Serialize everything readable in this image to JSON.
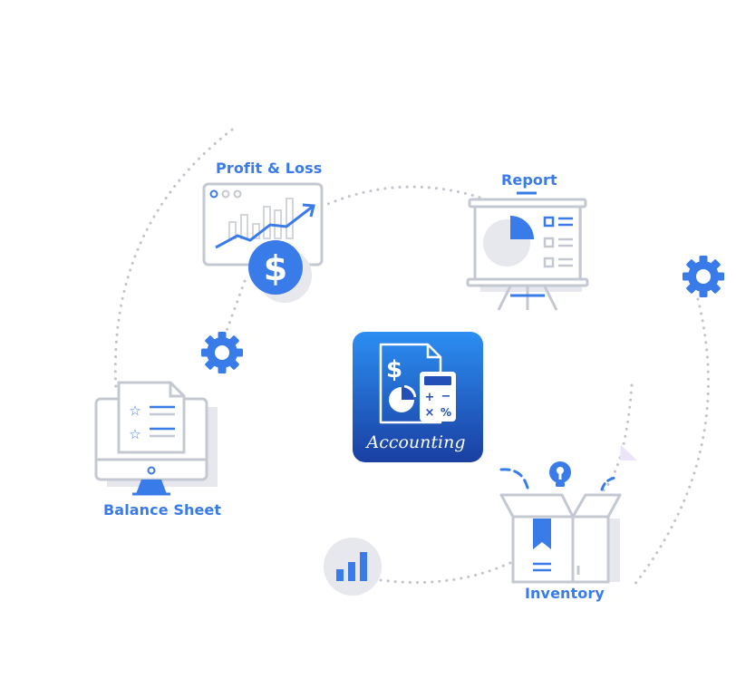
{
  "diagram": {
    "center_app": {
      "name": "Accounting",
      "icons": [
        "document-dollar-icon",
        "pie-chart-icon",
        "calculator-icon"
      ]
    },
    "nodes": [
      {
        "id": "profit-loss",
        "label": "Profit & Loss",
        "icon": "trend-chart-monitor-icon"
      },
      {
        "id": "report",
        "label": "Report",
        "icon": "presentation-board-icon"
      },
      {
        "id": "balance-sheet",
        "label": "Balance Sheet",
        "icon": "monitor-document-icon"
      },
      {
        "id": "inventory",
        "label": "Inventory",
        "icon": "open-box-icon"
      }
    ],
    "decorations": [
      "gear-icon",
      "gear-icon",
      "bar-chart-icon",
      "lightbulb-icon",
      "dollar-coin-icon"
    ],
    "colors": {
      "accent": "#3a7bea",
      "outline": "#c4c8d2",
      "shadow": "#e6e8ed",
      "app_gradient_top": "#2c8ef2",
      "app_gradient_bottom": "#1a3fa2",
      "dots": "#c0c4cc"
    }
  }
}
